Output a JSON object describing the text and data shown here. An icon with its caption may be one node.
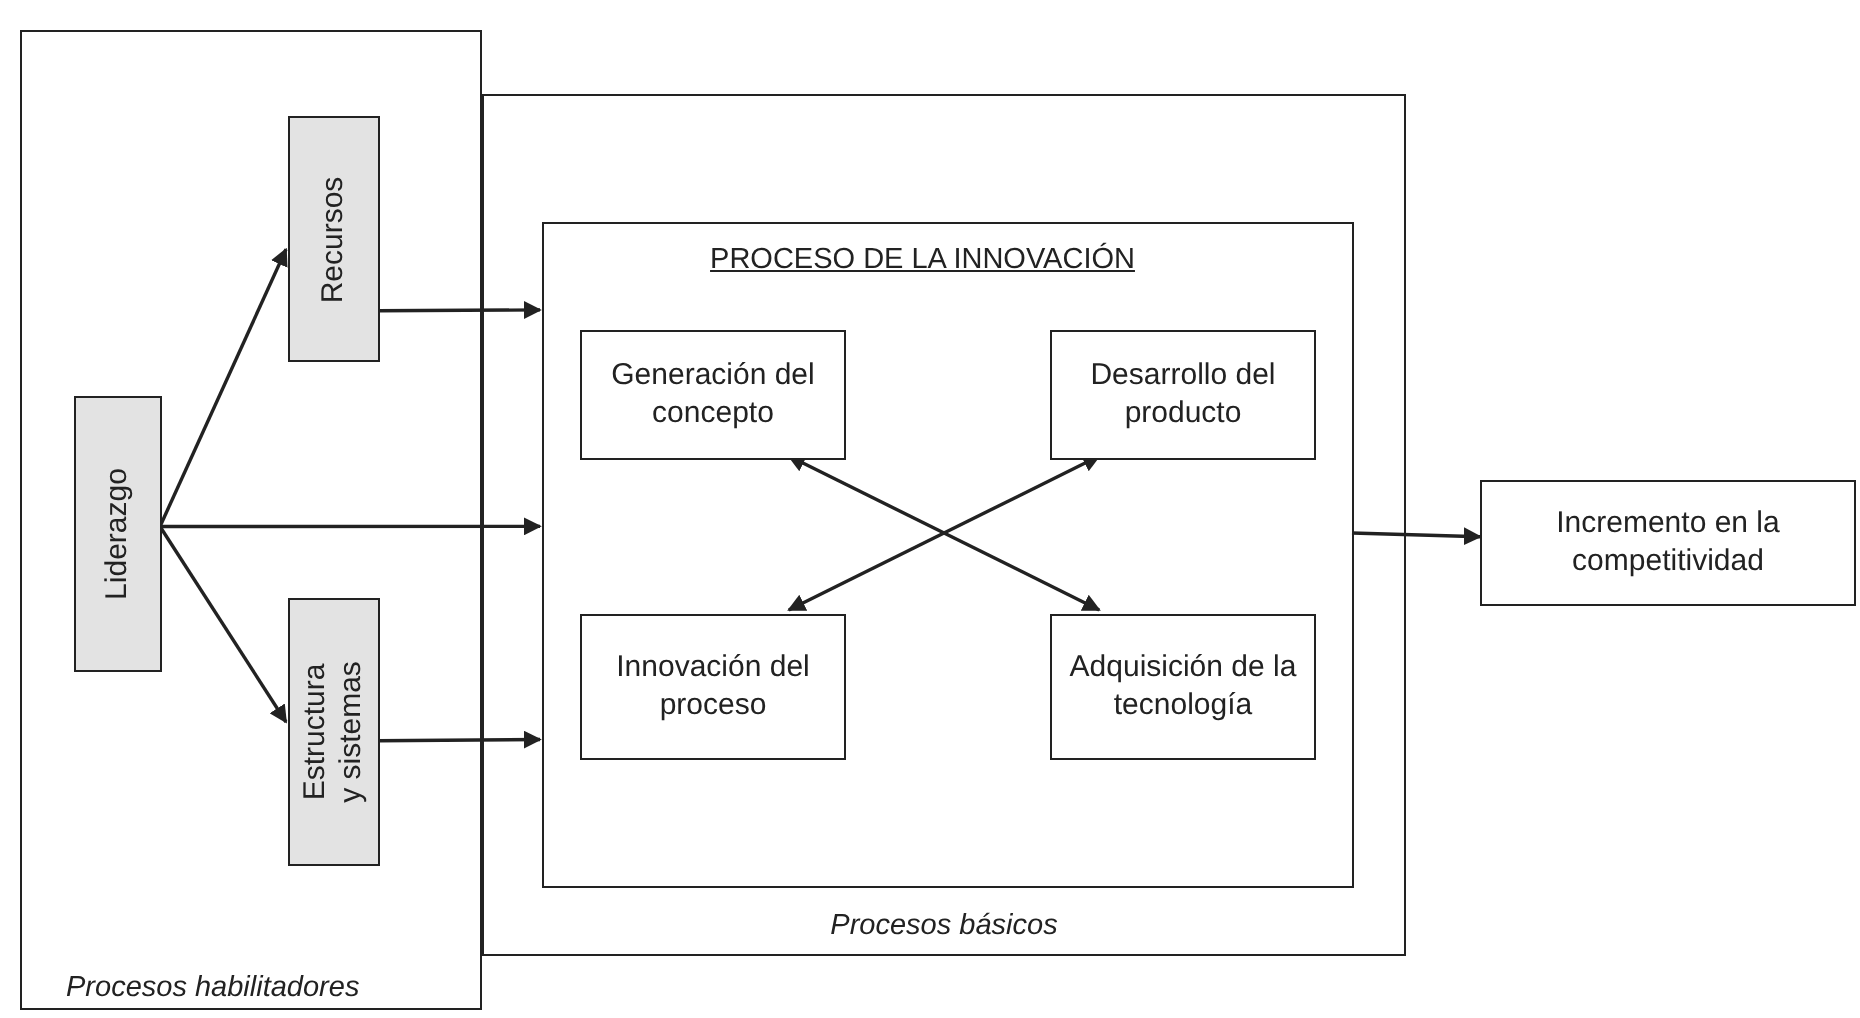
{
  "diagram": {
    "nodes": [
      {
        "text": [
          "Procesos habilitadores"
        ]
      },
      {
        "text": [
          "Liderazgo"
        ],
        "in": 0
      },
      {
        "text": [
          "Recursos"
        ],
        "in": 0
      },
      {
        "text": [
          "Estructura y sistemas"
        ],
        "in": 0
      },
      {
        "text": [
          "Procesos básicos"
        ]
      },
      {
        "text": [
          "PROCESO DE LA INNOVACIÓN"
        ],
        "in": 4
      },
      {
        "text": [
          "Generación del concepto"
        ],
        "in": 5
      },
      {
        "text": [
          "Desarrollo del producto"
        ],
        "in": 5
      },
      {
        "text": [
          "Innovación del proceso"
        ],
        "in": 5
      },
      {
        "text": [
          "Adquisición de la tecnología"
        ],
        "in": 5
      },
      {
        "text": [
          "Incremento en la competitividad"
        ]
      }
    ],
    "edges": [
      {
        "from": 1,
        "to": 2,
        "arrow": "to"
      },
      {
        "from": 1,
        "to": 3,
        "arrow": "to"
      },
      {
        "from": 2,
        "to": 5,
        "arrow": "to"
      },
      {
        "from": 1,
        "to": 5,
        "arrow": "to"
      },
      {
        "from": 3,
        "to": 5,
        "arrow": "to"
      },
      {
        "from": 6,
        "to": 9,
        "arrow": "both"
      },
      {
        "from": 7,
        "to": 8,
        "arrow": "both"
      },
      {
        "from": 5,
        "to": 10,
        "arrow": "to"
      }
    ]
  }
}
